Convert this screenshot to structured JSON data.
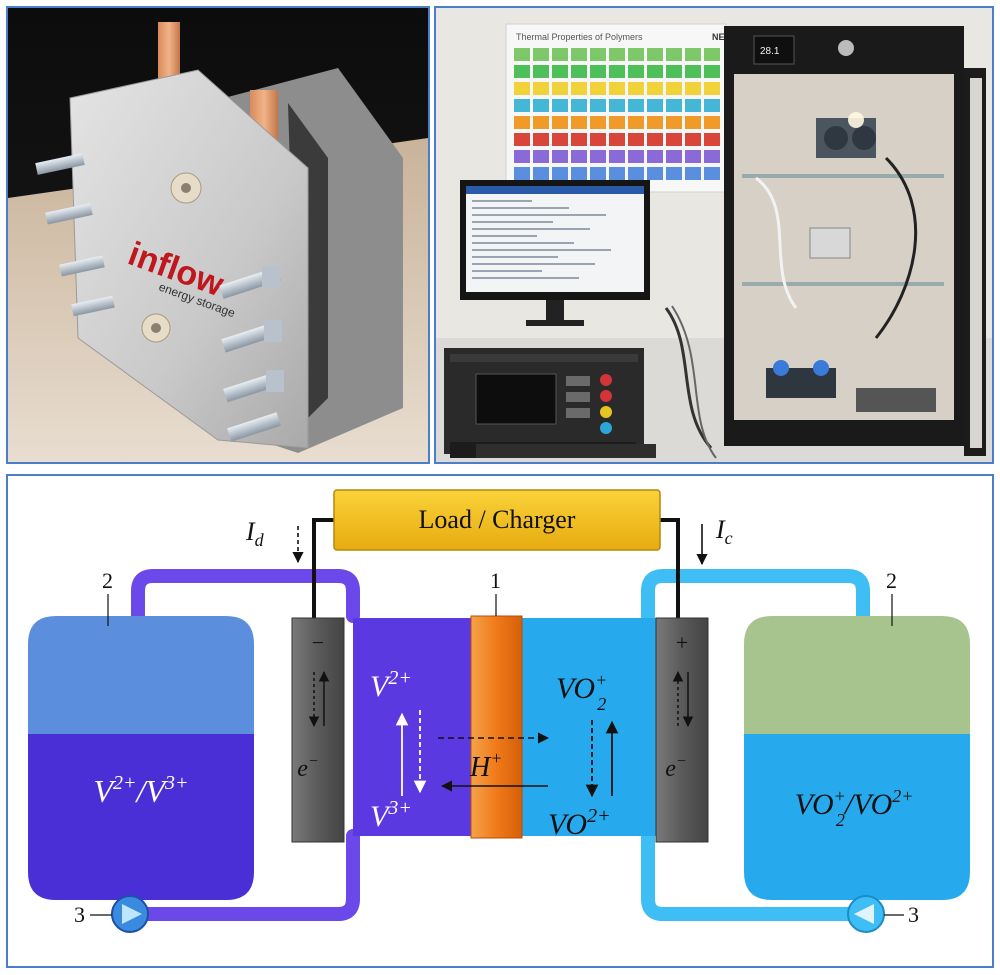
{
  "photo_cell": {
    "logo_text": "inflow",
    "logo_sub": "energy storage"
  },
  "photo_bench": {
    "poster_title": "Thermal Properties of Polymers",
    "poster_corner": "NET",
    "display_value": "28.1"
  },
  "diagram": {
    "load_label": "Load / Charger",
    "current_discharge": "I",
    "current_discharge_sub": "d",
    "current_charge": "I",
    "current_charge_sub": "c",
    "label_tank_left": "2",
    "label_tank_right": "2",
    "label_membrane": "1",
    "label_pump_left": "3",
    "label_pump_right": "3",
    "electrode_neg_sign": "−",
    "electrode_pos_sign": "+",
    "electron_left": "e",
    "electron_left_sup": "−",
    "electron_right": "e",
    "electron_right_sup": "−",
    "ion_v2": "V",
    "ion_v2_sup": "2+",
    "ion_v3": "V",
    "ion_v3_sup": "3+",
    "ion_h": "H",
    "ion_h_sup": "+",
    "ion_vo2p": "VO",
    "ion_vo2p_sub": "2",
    "ion_vo2p_sup": "+",
    "ion_vo2": "VO",
    "ion_vo2_sup": "2+",
    "tank_left_a": "V",
    "tank_left_a_sup": "2+",
    "tank_left_sep": "/V",
    "tank_left_b_sup": "3+",
    "tank_right_a": "VO",
    "tank_right_a_sub": "2",
    "tank_right_a_sup": "+",
    "tank_right_sep": "/VO",
    "tank_right_b_sup": "2+"
  },
  "colors": {
    "anolyte": "#5a3ae0",
    "catholyte": "#27aaed",
    "membrane": "#f07a1a",
    "electrode": "#5a5a5a",
    "load": "#f6c21a",
    "tank_left_top": "#5b8fde",
    "tank_right_top": "#a8c48e"
  }
}
